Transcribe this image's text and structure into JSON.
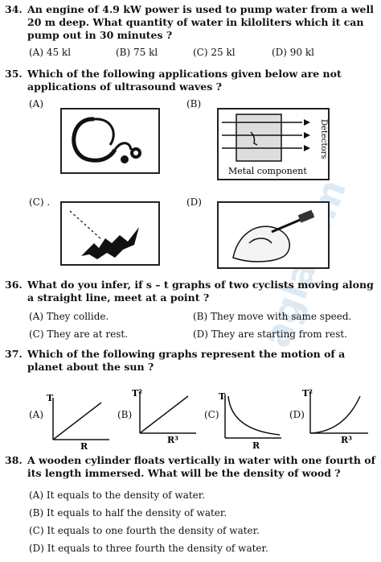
{
  "q34": {
    "number": "34.",
    "text": "An engine of 4.9 kW power is used to pump water from a well 20 m deep. What quantity of water in kiloliters which it can pump out in 30 minutes ?",
    "options": [
      "(A) 45 kl",
      "(B) 75 kl",
      "(C) 25 kl",
      "(D) 90 kl"
    ]
  },
  "q35": {
    "number": "35.",
    "text": "Which of the following applications given below are not applications of ultrasound waves ?",
    "labels": [
      "(A)",
      "(B)",
      "(C) .",
      "(D)"
    ],
    "figure_b": {
      "caption": "Metal component",
      "side": "Detectors"
    }
  },
  "q36": {
    "number": "36.",
    "text": "What do you infer, if s – t graphs of two cyclists moving along a straight line, meet at a point ?",
    "options": [
      "(A) They collide.",
      "(B) They move with same speed.",
      "(C) They are at rest.",
      "(D) They are starting from rest."
    ]
  },
  "q37": {
    "number": "37.",
    "text": "Which of the following graphs represent the motion of a planet about the sun ?",
    "graphs": [
      {
        "label": "(A)",
        "ylabel": "T",
        "xlabel": "R"
      },
      {
        "label": "(B)",
        "ylabel": "T²",
        "xlabel": "R³"
      },
      {
        "label": "(C)",
        "ylabel": "T",
        "xlabel": "R"
      },
      {
        "label": "(D)",
        "ylabel": "T²",
        "xlabel": "R³"
      }
    ]
  },
  "q38": {
    "number": "38.",
    "text": "A wooden cylinder floats vertically in water with one fourth of its length immersed. What will be the density of wood ?",
    "options": [
      "(A) It equals to the density of water.",
      "(B) It equals to half the density of water.",
      "(C) It equals to one fourth the density of water.",
      "(D) It equals to three fourth the density of water."
    ]
  },
  "watermark": "aglasem"
}
